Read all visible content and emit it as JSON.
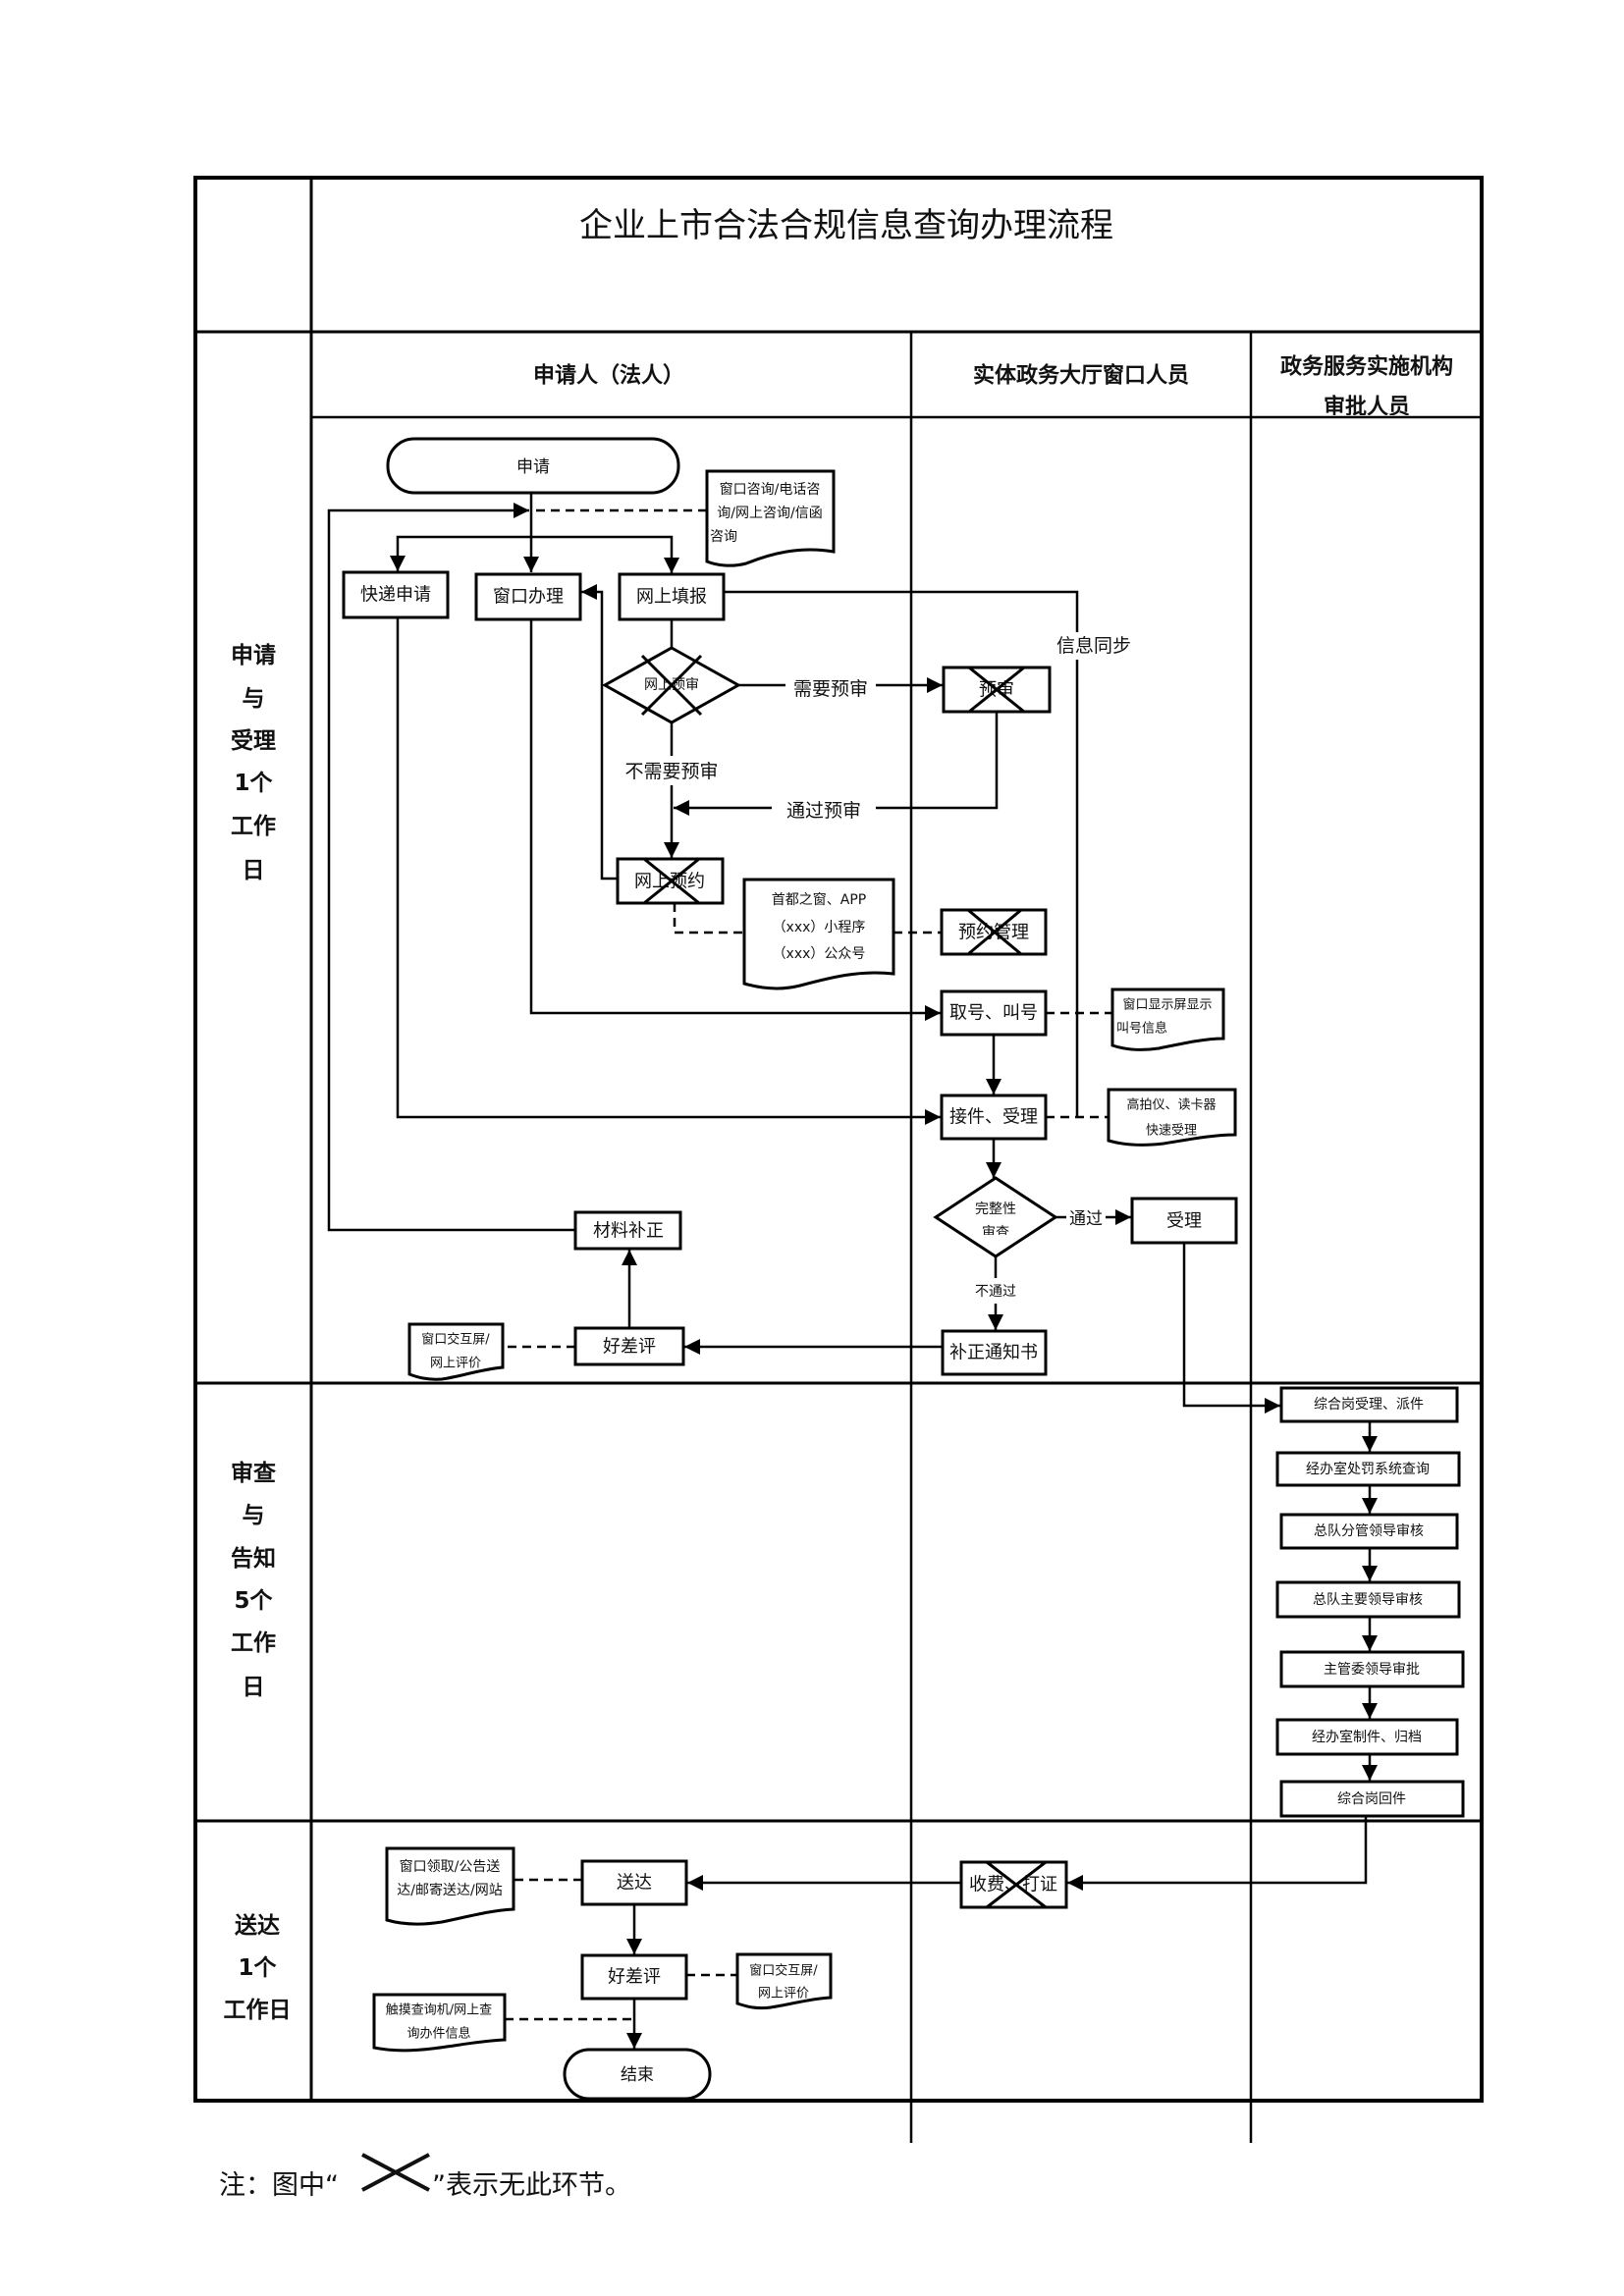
{
  "title": "企业上市合法合规信息查询办理流程",
  "lanes": [
    {
      "label": "申请人（法人）"
    },
    {
      "label": "实体政务大厅窗口人员"
    },
    {
      "label_line1": "政务服务实施机构",
      "label_line2": "审批人员"
    }
  ],
  "phases": [
    {
      "lines": [
        "申请",
        "与",
        "受理",
        "1个",
        "工作",
        "日"
      ]
    },
    {
      "lines": [
        "审查",
        "与",
        "告知",
        "5个",
        "工作",
        "日"
      ]
    },
    {
      "lines": [
        "送达",
        "1个",
        "工作日"
      ]
    }
  ],
  "nodes": {
    "apply": "申请",
    "express": "快递申请",
    "window": "窗口办理",
    "online_fill": "网上填报",
    "online_precheck": "网上预审",
    "precheck": "预审",
    "online_booking": "网上预约",
    "booking_mgmt": "预约管理",
    "take_number": "取号、叫号",
    "receive": "接件、受理",
    "completeness_line1": "完整性",
    "completeness_line2": "审查",
    "accept": "受理",
    "correction_notice": "补正通知书",
    "material_fix": "材料补正",
    "rating1": "好差评",
    "review": [
      "综合岗受理、派件",
      "经办室处罚系统查询",
      "总队分管领导审核",
      "总队主要领导审核",
      "主管委领导审批",
      "经办室制件、归档",
      "综合岗回件"
    ],
    "fee_cert": "收费、打证",
    "deliver": "送达",
    "rating2": "好差评",
    "end": "结束"
  },
  "docs": {
    "consult": [
      "窗口咨询/电话咨",
      "询/网上咨询/信函",
      "咨询"
    ],
    "channels": [
      "首都之窗、APP",
      "（xxx）小程序",
      "（xxx）公众号"
    ],
    "screen": [
      "窗口显示屏显示",
      "叫号信息"
    ],
    "scanner": [
      "高拍仪、读卡器",
      "快速受理"
    ],
    "rating_screen1": [
      "窗口交互屏/",
      "网上评价"
    ],
    "delivery_ways": [
      "窗口领取/公告送",
      "达/邮寄送达/网站"
    ],
    "rating_screen2": [
      "窗口交互屏/",
      "网上评价"
    ],
    "query": [
      "触摸查询机/网上查",
      "询办件信息"
    ]
  },
  "edge_labels": {
    "need_precheck": "需要预审",
    "no_precheck": "不需要预审",
    "pass_precheck": "通过预审",
    "info_sync": "信息同步",
    "pass": "通过",
    "fail": "不通过"
  },
  "note": {
    "prefix": "注：图中“",
    "suffix": "”表示无此环节。",
    "symbol": "cross-mark"
  }
}
